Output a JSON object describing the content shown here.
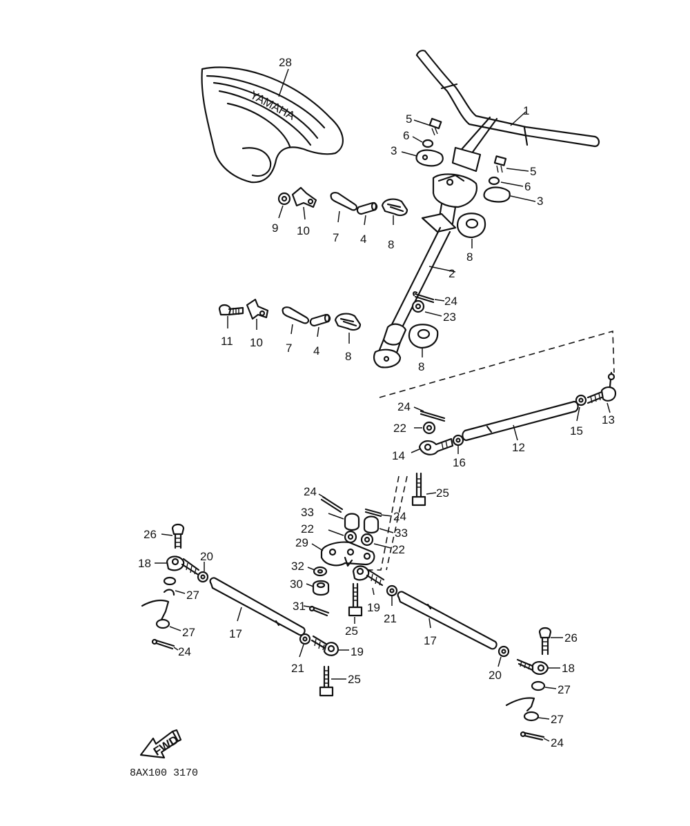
{
  "diagram": {
    "drawing_code": "8AX100 3170",
    "fwd_label": "FWD",
    "labels": {
      "seat": "28",
      "handlebar": "1",
      "bolt_5a": "5",
      "washer_6a": "6",
      "holder_3a": "3",
      "bolt_5b": "5",
      "washer_6b": "6",
      "holder_3b": "3",
      "collar_9": "9",
      "plate_10a": "10",
      "plate_7a": "7",
      "collar_4a": "4",
      "bracket_8a": "8",
      "bushing_8b": "8",
      "column_2": "2",
      "pin_24a": "24",
      "nut_23": "23",
      "bolt_11": "11",
      "plate_10b": "10",
      "plate_7b": "7",
      "collar_4b": "4",
      "bracket_8c": "8",
      "bushing_8d": "8",
      "pin_24b": "24",
      "nut_22a": "22",
      "tie_rod_12": "12",
      "rod_end_13": "13",
      "nut_15": "15",
      "rod_end_14": "14",
      "nut_16": "16",
      "bolt_25a": "25",
      "pin_24c": "24",
      "pin_24d": "24",
      "cap_33a": "33",
      "cap_33b": "33",
      "nut_22b": "22",
      "nut_22c": "22",
      "arm_29": "29",
      "washer_32": "32",
      "nut_30": "30",
      "pin_31": "31",
      "rod_end_19a": "19",
      "bolt_25b": "25",
      "nut_21a": "21",
      "bolt_26a": "26",
      "rod_end_18a": "18",
      "nut_20a": "20",
      "clip_27a": "27",
      "clip_27b": "27",
      "pin_24e": "24",
      "tie_rod_17a": "17",
      "nut_21b": "21",
      "rod_end_19b": "19",
      "bolt_25c": "25",
      "tie_rod_17b": "17",
      "nut_20b": "20",
      "bolt_26b": "26",
      "rod_end_18b": "18",
      "clip_27c": "27",
      "clip_27d": "27",
      "pin_24f": "24"
    }
  }
}
